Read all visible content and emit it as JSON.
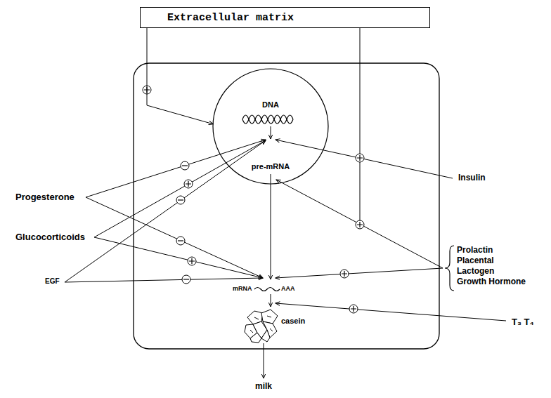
{
  "diagram": {
    "nodes": [
      {
        "text": [
          "Extracellular matrix"
        ]
      },
      {
        "text": [
          "DNA",
          "pre-mRNA"
        ]
      }
    ],
    "edges": [
      {
        "from": 0,
        "to": 1,
        "arrow": "to"
      }
    ],
    "labels": [
      "Progesterone",
      "Glucocorticoids",
      "EGF",
      "Insulin",
      "Prolactin",
      "Placental",
      "Lactogen",
      "Growth Hormone",
      "T₃ T₄",
      "mRNA",
      "AAA",
      "casein",
      "milk"
    ]
  }
}
